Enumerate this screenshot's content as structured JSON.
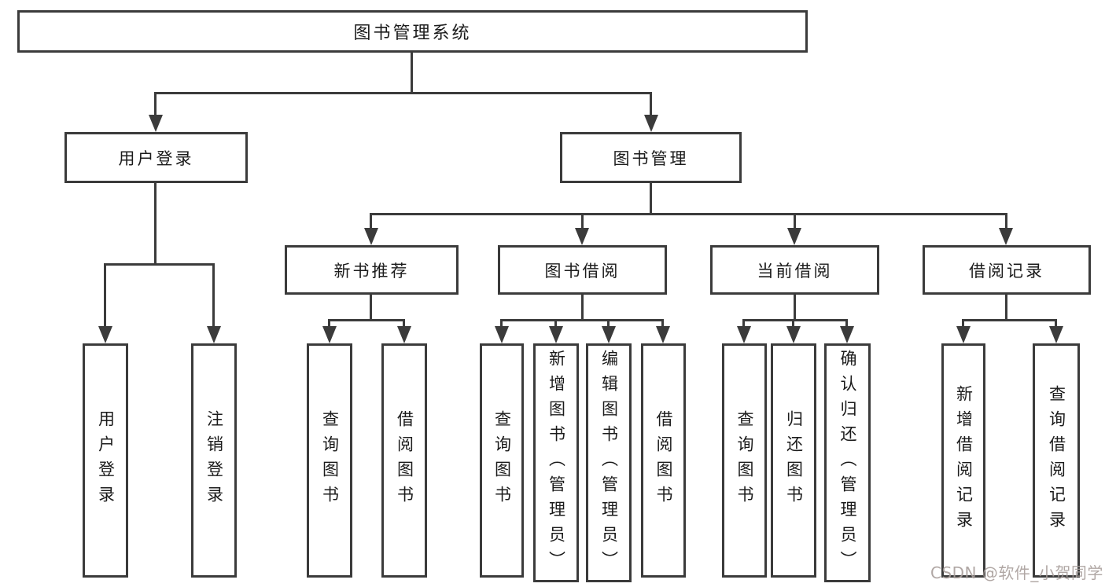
{
  "tree": {
    "root": {
      "label": "图书管理系统"
    },
    "children": [
      {
        "label": "用户登录",
        "children": [
          {
            "label": "用户登录"
          },
          {
            "label": "注销登录"
          }
        ]
      },
      {
        "label": "图书管理",
        "children": [
          {
            "label": "新书推荐",
            "children": [
              {
                "label": "查询图书"
              },
              {
                "label": "借阅图书"
              }
            ]
          },
          {
            "label": "图书借阅",
            "children": [
              {
                "label": "查询图书"
              },
              {
                "label": "新增图书（管理员）"
              },
              {
                "label": "编辑图书（管理员）"
              },
              {
                "label": "借阅图书"
              }
            ]
          },
          {
            "label": "当前借阅",
            "children": [
              {
                "label": "查询图书"
              },
              {
                "label": "归还图书"
              },
              {
                "label": "确认归还（管理员）"
              }
            ]
          },
          {
            "label": "借阅记录",
            "children": [
              {
                "label": "新增借阅记录"
              },
              {
                "label": "查询借阅记录"
              }
            ]
          }
        ]
      }
    ]
  },
  "colors": {
    "line": "#3b3b3b",
    "text": "#1b1b1b",
    "background": "#ffffff",
    "watermark": "#a89e9b"
  },
  "watermark": {
    "text": "CSDN @软件_小贺同学"
  }
}
